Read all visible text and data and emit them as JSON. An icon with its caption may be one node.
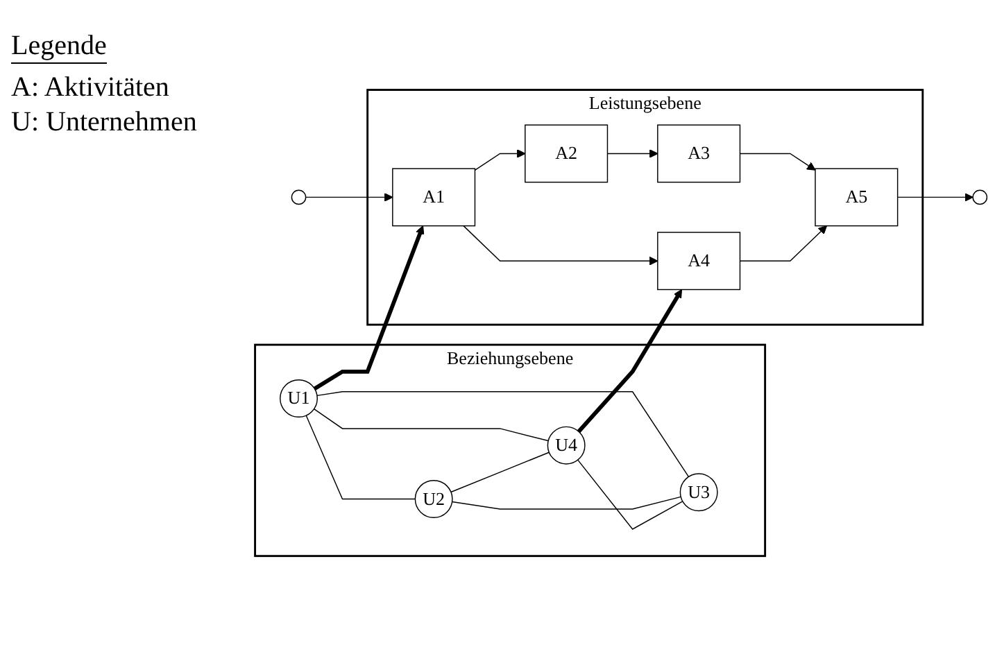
{
  "diagram": {
    "nodes": [
      {
        "text": [
          "Leistungsebene"
        ]
      },
      {
        "text": [
          "A1"
        ],
        "in": 0
      },
      {
        "text": [
          "A2"
        ],
        "in": 0
      },
      {
        "text": [
          "A3"
        ],
        "in": 0
      },
      {
        "text": [
          "A4"
        ],
        "in": 0
      },
      {
        "text": [
          "A5"
        ],
        "in": 0
      },
      {
        "text": [
          "Beziehungsebene"
        ]
      },
      {
        "text": [
          "U1"
        ],
        "in": 6
      },
      {
        "text": [
          "U2"
        ],
        "in": 6
      },
      {
        "text": [
          "U3"
        ],
        "in": 6
      },
      {
        "text": [
          "U4"
        ],
        "in": 6
      }
    ],
    "edges": [
      {
        "from": null,
        "to": 1,
        "arrow": "to"
      },
      {
        "from": 1,
        "to": 2,
        "arrow": "to"
      },
      {
        "from": 2,
        "to": 3,
        "arrow": "to"
      },
      {
        "from": 3,
        "to": 5,
        "arrow": "to"
      },
      {
        "from": 1,
        "to": 4,
        "arrow": "to"
      },
      {
        "from": 4,
        "to": 5,
        "arrow": "to"
      },
      {
        "from": 5,
        "to": null,
        "arrow": "to"
      },
      {
        "from": 7,
        "to": 1,
        "arrow": "to",
        "style": "thick"
      },
      {
        "from": 10,
        "to": 4,
        "arrow": "to",
        "style": "thick"
      },
      {
        "from": 7,
        "to": 8,
        "arrow": "none"
      },
      {
        "from": 7,
        "to": 9,
        "arrow": "none"
      },
      {
        "from": 7,
        "to": 10,
        "arrow": "none"
      },
      {
        "from": 8,
        "to": 10,
        "arrow": "none"
      },
      {
        "from": 8,
        "to": 9,
        "arrow": "none"
      },
      {
        "from": 10,
        "to": 9,
        "arrow": "none"
      }
    ],
    "labels": [
      "Legende",
      "A: Aktivitäten",
      "U: Unternehmen"
    ]
  }
}
